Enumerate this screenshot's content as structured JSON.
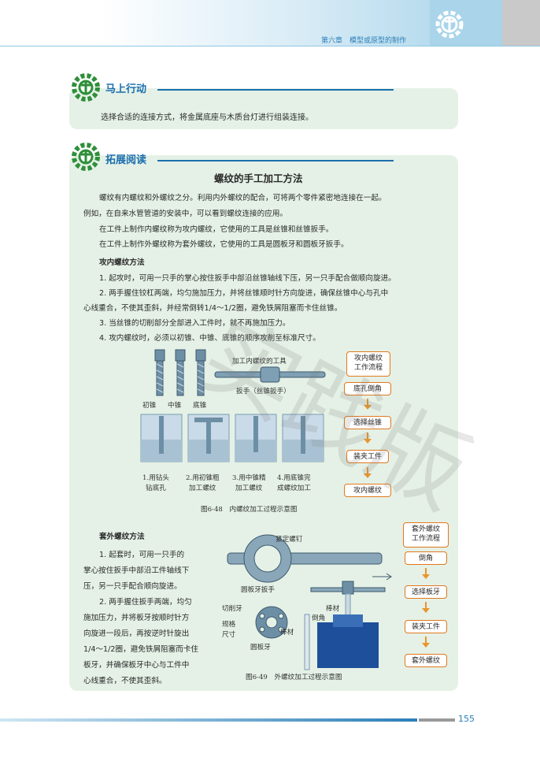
{
  "header": {
    "chapter_title": "第六章　模型或原型的制作"
  },
  "section1": {
    "heading": "马上行动",
    "text": "选择合适的连接方式，将金属底座与木质台灯进行组装连接。"
  },
  "section2": {
    "heading": "拓展阅读",
    "title": "螺纹的手工加工方法",
    "intro": [
      "螺纹有内螺纹和外螺纹之分。利用内外螺纹的配合，可将两个零件紧密地连接在一起。",
      "例如，在自来水管管道的安装中，可以看到螺纹连接的应用。",
      "在工件上制作内螺纹称为攻内螺纹，它使用的工具是丝锥和丝锥扳手。",
      "在工件上制作外螺纹称为套外螺纹，它使用的工具是圆板牙和圆板牙扳手。"
    ],
    "internal": {
      "heading": "攻内螺纹方法",
      "lines": [
        "1. 起攻时，可用一只手的掌心按住扳手中部沿丝锥轴线下压，另一只手配合做顺向旋进。",
        "2. 两手握住铰杠两端，均匀施加压力，并将丝锥顺时针方向旋进，确保丝锥中心与孔中",
        "心线重合，不使其歪斜，并经常倒转1/4～1/2圈，避免铁屑阻塞而卡住丝锥。",
        "3. 当丝锥的切削部分全部进入工件时，就不再施加压力。",
        "4. 攻内螺纹时，必须以初锥、中锥、底锥的顺序攻削至标准尺寸。"
      ]
    },
    "fig48": {
      "tools_label": "加工内螺纹的工具",
      "wrench_label": "扳手（丝锥扳手）",
      "taps": [
        "初锥",
        "中锥",
        "底锥"
      ],
      "steps": [
        [
          "1.用钻头",
          "钻底孔"
        ],
        [
          "2.用初锥粗",
          "加工螺纹"
        ],
        [
          "3.用中锥精",
          "加工螺纹"
        ],
        [
          "4.用底锥完",
          "成螺纹加工"
        ]
      ],
      "caption": "图6-48　内螺纹加工过程示意图",
      "flow_title": [
        "攻内螺纹",
        "工作流程"
      ],
      "flow": [
        "底孔倒角",
        "选择丝锥",
        "装夹工件",
        "攻内螺纹"
      ]
    },
    "external": {
      "heading": "套外螺纹方法",
      "lines": [
        "1. 起套时，可用一只手的",
        "掌心按住扳手中部沿工件轴线下",
        "压，另一只手配合顺向旋进。",
        "2. 两手握住扳手两端，均匀",
        "施加压力，并将板牙按顺时针方",
        "向旋进一段后，再按逆时针旋出",
        "1/4～1/2圈，避免铁屑阻塞而卡住",
        "板牙，并确保板牙中心与工件中",
        "心线重合，不使其歪斜。"
      ]
    },
    "fig49": {
      "labels": {
        "screw": "紧定螺钉",
        "die_wrench": "圆板牙扳手",
        "cutting_teeth": "切削牙",
        "size_a": "规格",
        "size_b": "尺寸",
        "die": "圆板牙",
        "bar1": "棒材",
        "bar2": "棒材",
        "chamfer": "倒角"
      },
      "caption": "图6-49　外螺纹加工过程示意图",
      "flow_title": [
        "套外螺纹",
        "工作流程"
      ],
      "flow": [
        "倒角",
        "选择板牙",
        "装夹工件",
        "套外螺纹"
      ]
    }
  },
  "watermark": "实践版",
  "footer": {
    "page_number": "155"
  },
  "colors": {
    "accent": "#2c7fb8",
    "box_bg": "#e5f1e6",
    "flow_border": "#e2781d",
    "arrow": "#e9952b"
  }
}
